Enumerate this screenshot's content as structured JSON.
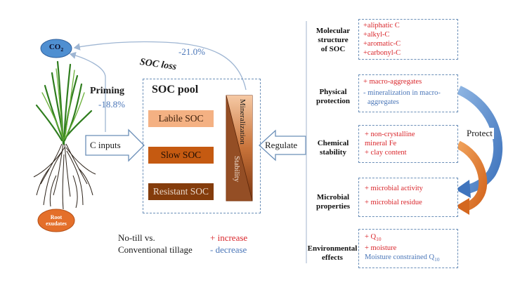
{
  "left": {
    "co2_label": "CO2",
    "root_exudates": [
      "Root",
      "exudates"
    ],
    "priming_label": "Priming",
    "priming_value": "-18.8%",
    "soc_loss_label": "SOC loss",
    "soc_loss_value": "-21.0%",
    "c_inputs_label": "C inputs",
    "regulate_label": "Regulate"
  },
  "soc_pool": {
    "title": "SOC pool",
    "pools": [
      "Labile SOC",
      "Slow SOC",
      "Resistant SOC"
    ],
    "mineralization_label": "Mineralization",
    "stability_label": "Stability"
  },
  "legend": {
    "line1": "No-till vs.",
    "line2": "Conventional tillage",
    "increase": "+ increase",
    "decrease": "- decrease"
  },
  "factors": [
    {
      "name": [
        "Molecular",
        "structure",
        "of SOC"
      ],
      "items": [
        {
          "text": "+aliphatic C",
          "sign": "plus"
        },
        {
          "text": "+alkyl-C",
          "sign": "plus"
        },
        {
          "text": "+aromatic-C",
          "sign": "plus"
        },
        {
          "text": "+carbonyl-C",
          "sign": "plus"
        }
      ]
    },
    {
      "name": [
        "Physical",
        "protection"
      ],
      "items": [
        {
          "text": "+ macro-aggregates",
          "sign": "plus"
        },
        {
          "text": "- mineralization in macro-",
          "sign": "minus"
        },
        {
          "text": "aggregates",
          "sign": "minus"
        }
      ]
    },
    {
      "name": [
        "Chemical",
        "stability"
      ],
      "items": [
        {
          "text": "+ non-crystalline",
          "sign": "plus"
        },
        {
          "text": "mineral Fe",
          "sign": "plus"
        },
        {
          "text": "+ clay content",
          "sign": "plus"
        }
      ]
    },
    {
      "name": [
        "Microbial",
        "properties"
      ],
      "items": [
        {
          "text": "+ microbial activity",
          "sign": "plus"
        },
        {
          "text": "+ microbial residue",
          "sign": "plus"
        }
      ]
    },
    {
      "name": [
        "Environmental",
        "effects"
      ],
      "items": [
        {
          "text": "+ Q10",
          "sign": "plus"
        },
        {
          "text": "+ moisture",
          "sign": "plus"
        },
        {
          "text": "Moisture constrained Q10",
          "sign": "minus"
        }
      ]
    }
  ],
  "protect_label": "Protect",
  "colors": {
    "labile": "#f4b183",
    "slow": "#c55a11",
    "resistant": "#843c0c",
    "increase": "#d9262b",
    "decrease": "#4a76b8",
    "arrow_blue": "#4d7fc1",
    "arrow_orange": "#e07b2d",
    "co2_fill": "#4f8fd1",
    "exudates_fill": "#e46f2a"
  }
}
